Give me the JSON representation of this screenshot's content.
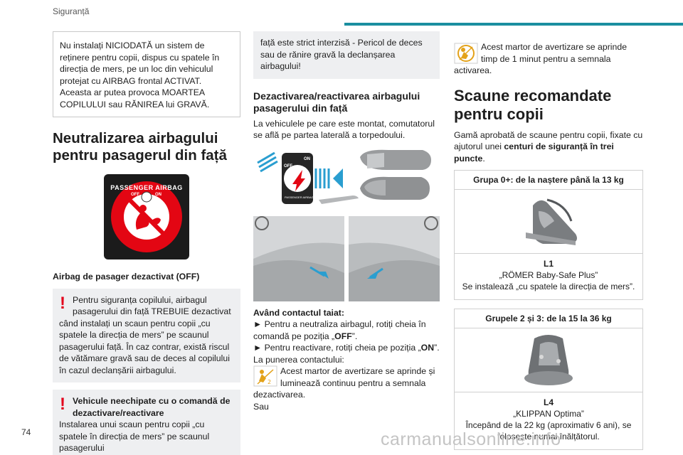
{
  "header": {
    "title": "Siguranță",
    "accent_color": "#1a8ea0"
  },
  "page_number": "74",
  "watermark": "carmanualsonline.info",
  "col1": {
    "box1": "Nu instalați NICIODATĂ un sistem de reținere pentru copii, dispus cu spatele în direcția de mers, pe un loc din vehiculul protejat cu AIRBAG frontal ACTIVAT. Aceasta ar putea provoca MOARTEA COPILULUI sau RĂNIREA lui GRAVĂ.",
    "title": "Neutralizarea airbagului pentru pasagerul din față",
    "airbag_label_top": "PASSENGER AIRBAG",
    "airbag_off": "OFF",
    "airbag_on": "ON",
    "caption": "Airbag de pasager dezactivat (OFF)",
    "warn1_line1": "Pentru siguranța copilului, airbagul",
    "warn1_line2": "pasagerului din față TREBUIE dezactivat",
    "warn1_rest": "când instalați un scaun pentru copii „cu spatele la direcția de mers” pe scaunul pasagerului față. În caz contrar, există riscul de vătămare gravă sau de deces al copilului în cazul declanșării airbagului.",
    "warn2_line1": "Vehicule neechipate cu o comandă de",
    "warn2_line2": "dezactivare/reactivare",
    "warn2_rest": "Instalarea unui scaun pentru copii „cu spatele în direcția de mers” pe scaunul pasagerului"
  },
  "col2": {
    "box": "față este strict interzisă - Pericol de deces sau de rănire gravă la declanșarea airbagului!",
    "title": "Dezactivarea/reactivarea airbagului pasagerului din față",
    "intro": "La vehiculele pe care este montat, comutatorul se află pe partea laterală a torpedoului.",
    "switch_off": "OFF",
    "switch_on": "ON",
    "switch_ring": "PASSENGER AIRBAG",
    "contact_title": "Având contactul taiat:",
    "step1a": "► Pentru a neutraliza airbagul, rotiți cheia în comandă pe poziția „",
    "step1b": "OFF",
    "step1c": "”.",
    "step2a": "► Pentru reactivare, rotiți cheia pe poziția „",
    "step2b": "ON",
    "step2c": "”.",
    "ignition": "La punerea contactului:",
    "lamp1_line1": "Acest martor de avertizare se aprinde și",
    "lamp1_line2": "luminează continuu pentru a semnala",
    "lamp1_rest": "dezactivarea.",
    "or": "Sau"
  },
  "col3": {
    "lamp2_line1": "Acest martor de avertizare se aprinde",
    "lamp2_line2": "timp de 1 minut pentru a semnala",
    "lamp2_rest": "activarea.",
    "title": "Scaune recomandate pentru copii",
    "intro_a": "Gamă aprobată de scaune pentru copii, fixate cu ajutorul unei ",
    "intro_b": "centuri de siguranță în trei puncte",
    "intro_c": ".",
    "group1": {
      "header": "Grupa 0+: de la naștere până la 13 kg",
      "code": "L1",
      "name": "„RÖMER Baby-Safe Plus”",
      "note": "Se instalează „cu spatele la direcția de mers”."
    },
    "group2": {
      "header": "Grupele 2 și 3: de la 15 la 36 kg",
      "code": "L4",
      "name": "„KLIPPAN Optima”",
      "note": "Începând de la 22 kg (aproximativ 6 ani), se folosește numai înălțătorul."
    }
  }
}
